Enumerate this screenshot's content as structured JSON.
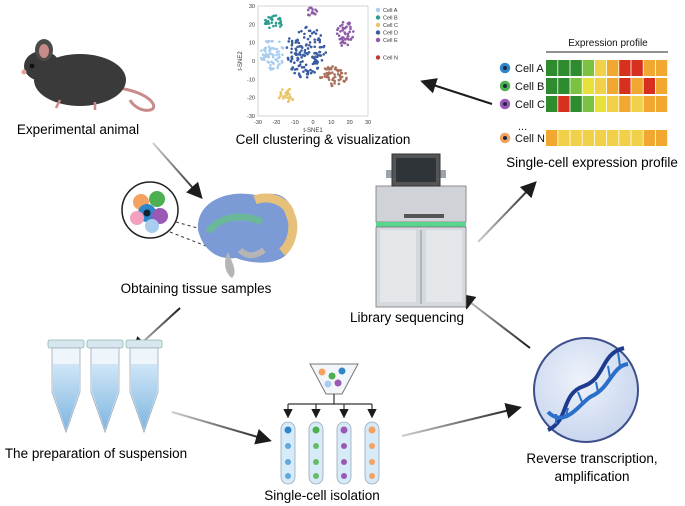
{
  "labels": {
    "experimental_animal": "Experimental animal",
    "tissue_samples": "Obtaining tissue samples",
    "suspension": "The preparation of suspension",
    "isolation": "Single-cell isolation",
    "reverse_line1": "Reverse transcription,",
    "reverse_line2": "amplification",
    "sequencing": "Library sequencing",
    "profile": "Single-cell expression profile",
    "clustering": "Cell clustering & visualization"
  },
  "tsne": {
    "xlabel": "t-SNE1",
    "ylabel": "t-SNE2",
    "xticks": [
      "-30",
      "-20",
      "-10",
      "0",
      "10",
      "20",
      "30"
    ],
    "yticks": [
      "30",
      "20",
      "10",
      "0",
      "-10",
      "-20",
      "-30"
    ],
    "legend": [
      {
        "name": "Cell A",
        "color": "#a9cdee"
      },
      {
        "name": "Cell B",
        "color": "#2a9d8f"
      },
      {
        "name": "Cell C",
        "color": "#e9c46a"
      },
      {
        "name": "Cell D",
        "color": "#3a5ba0"
      },
      {
        "name": "Cell E",
        "color": "#8e5aa8"
      },
      {
        "name": "Cell N",
        "color": "#c0392b"
      }
    ]
  },
  "heatmap": {
    "title": "Expression profile",
    "rows": [
      {
        "label": "Cell A",
        "dot": "#2f86c9"
      },
      {
        "label": "Cell B",
        "dot": "#4caf50"
      },
      {
        "label": "Cell C",
        "dot": "#9b59b6"
      },
      {
        "label": "...",
        "dot": ""
      },
      {
        "label": "Cell N",
        "dot": "#f4a261"
      }
    ]
  }
}
